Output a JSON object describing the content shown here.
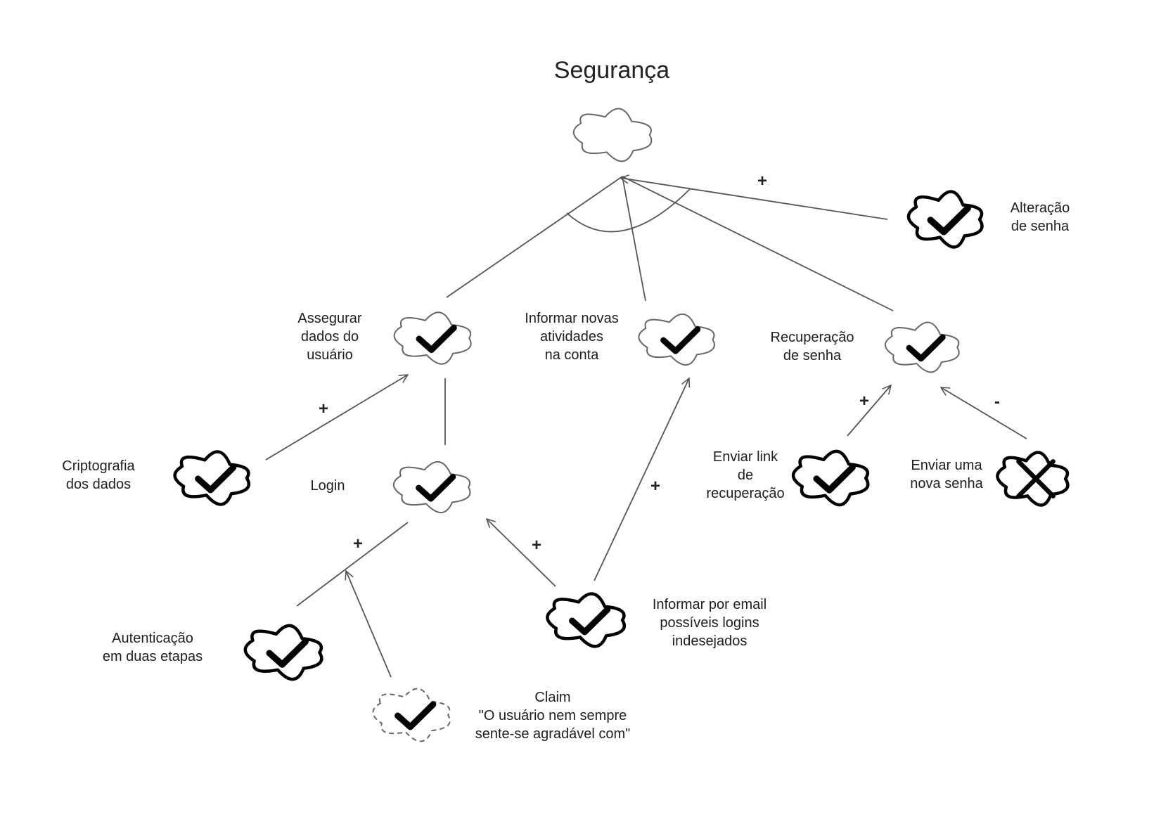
{
  "diagram": {
    "title": "Segurança",
    "colors": {
      "line": "#555555",
      "thin_outline": "#666666",
      "bold_outline": "#000000",
      "mark": "#000000"
    },
    "nodes": {
      "root": {
        "label": "",
        "marker": "none",
        "outline": "thin-solid"
      },
      "alteracao": {
        "label": "Alteração\nde senha",
        "marker": "check",
        "outline": "bold-solid"
      },
      "assegurar": {
        "label": "Assegurar\ndados do\nusuário",
        "marker": "check",
        "outline": "thin-solid"
      },
      "informar_novas": {
        "label": "Informar novas\natividades\nna conta",
        "marker": "check",
        "outline": "thin-solid"
      },
      "recuperacao": {
        "label": "Recuperação\nde senha",
        "marker": "check",
        "outline": "thin-solid"
      },
      "criptografia": {
        "label": "Criptografia\ndos dados",
        "marker": "check",
        "outline": "bold-solid"
      },
      "login": {
        "label": "Login",
        "marker": "check",
        "outline": "thin-solid"
      },
      "enviar_link": {
        "label": "Enviar link\nde\nrecuperação",
        "marker": "check",
        "outline": "bold-solid"
      },
      "enviar_nova": {
        "label": "Enviar uma\nnova senha",
        "marker": "cross",
        "outline": "bold-solid"
      },
      "autenticacao": {
        "label": "Autenticação\nem duas etapas",
        "marker": "check",
        "outline": "bold-solid"
      },
      "informar_email": {
        "label": "Informar por email\npossíveis logins\nindesejados",
        "marker": "check",
        "outline": "bold-solid"
      },
      "claim": {
        "label": "Claim\n\"O usuário nem sempre\nsente-se agradável com\"",
        "marker": "check",
        "outline": "dashed"
      }
    },
    "links": [
      {
        "from": "alteracao",
        "to": "root",
        "kind": "contribution",
        "sign": "+"
      },
      {
        "from": "assegurar",
        "to": "root",
        "kind": "and-decomposition",
        "sign": ""
      },
      {
        "from": "informar_novas",
        "to": "root",
        "kind": "and-decomposition",
        "sign": ""
      },
      {
        "from": "recuperacao",
        "to": "root",
        "kind": "and-decomposition",
        "sign": ""
      },
      {
        "from": "criptografia",
        "to": "assegurar",
        "kind": "contribution",
        "sign": "+"
      },
      {
        "from": "login",
        "to": "assegurar",
        "kind": "decomposition",
        "sign": ""
      },
      {
        "from": "autenticacao",
        "to": "login",
        "kind": "contribution",
        "sign": "+"
      },
      {
        "from": "informar_email",
        "to": "login",
        "kind": "contribution",
        "sign": "+"
      },
      {
        "from": "informar_email",
        "to": "informar_novas",
        "kind": "contribution",
        "sign": "+"
      },
      {
        "from": "enviar_link",
        "to": "recuperacao",
        "kind": "contribution",
        "sign": "+"
      },
      {
        "from": "enviar_nova",
        "to": "recuperacao",
        "kind": "contribution",
        "sign": "-"
      },
      {
        "from": "claim",
        "to": "autenticacao->login",
        "kind": "argumentation",
        "sign": ""
      }
    ]
  }
}
